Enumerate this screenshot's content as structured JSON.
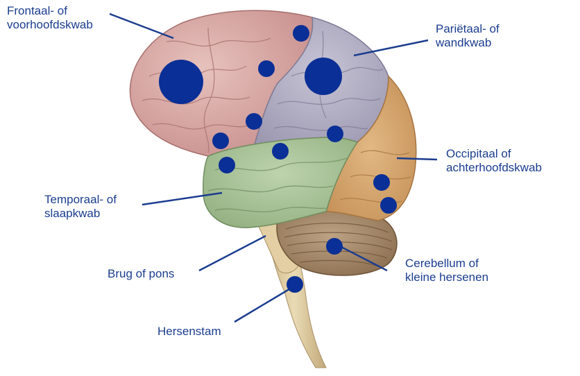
{
  "labels": {
    "frontal": {
      "line1": "Frontaal- of",
      "line2": "voorhoofdskwab"
    },
    "parietal": {
      "line1": "Pariëtaal- of",
      "line2": "wandkwab"
    },
    "occipital": {
      "line1": "Occipitaal of",
      "line2": "achterhoofdskwab"
    },
    "temporal": {
      "line1": "Temporaal- of",
      "line2": "slaapkwab"
    },
    "pons": {
      "line1": "Brug of pons"
    },
    "cerebellum": {
      "line1": "Cerebellum of",
      "line2": "kleine hersenen"
    },
    "brainstem": {
      "line1": "Hersenstam"
    }
  },
  "colors": {
    "label_text": "#1b3d8f",
    "leader_line": "#1b3d8f",
    "marker_dot": "#0a2f96",
    "frontal_lobe": "#d8a8a6",
    "parietal_lobe": "#b1aec4",
    "occipital_lobe": "#d7a66e",
    "temporal_lobe": "#a9c397",
    "cerebellum": "#a88c6a",
    "brainstem": "#d9c498"
  }
}
